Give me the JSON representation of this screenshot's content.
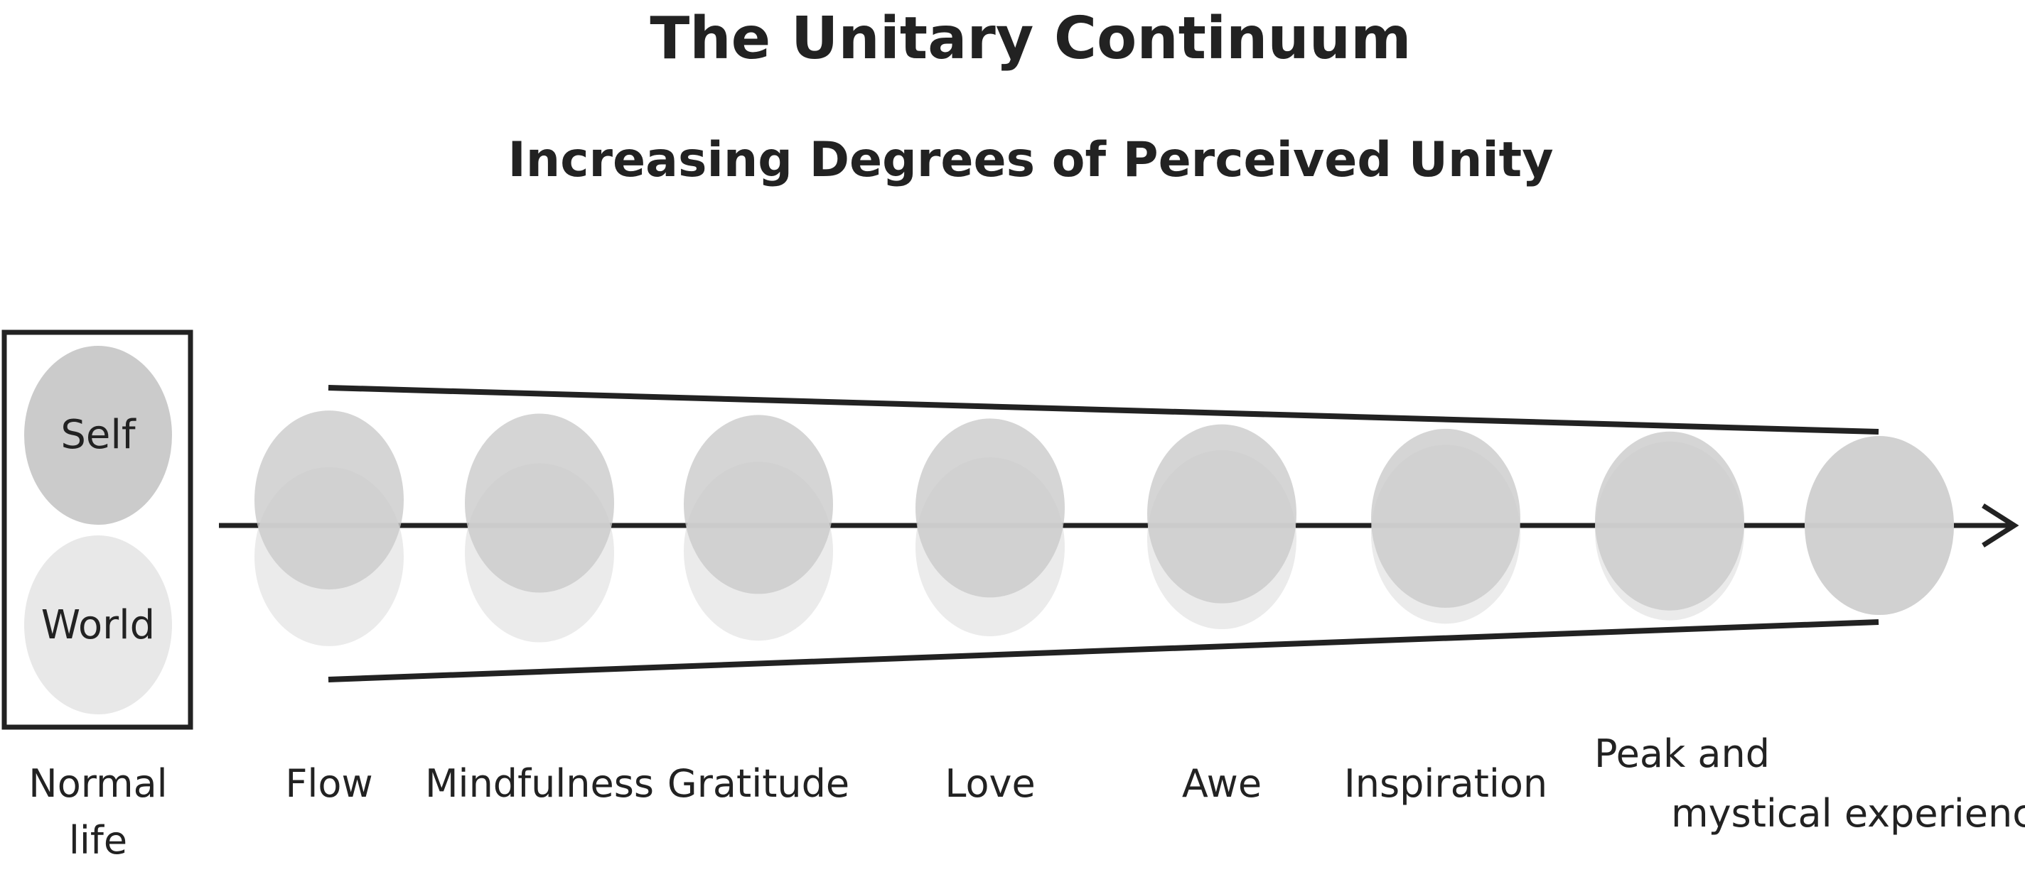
{
  "title": "The Unitary Continuum",
  "subtitle": "Increasing Degrees of Perceived Unity",
  "legend": {
    "self_label": "Self",
    "world_label": "World",
    "self_color": "#c8c8c8",
    "world_color": "#e6e6e6"
  },
  "stages": [
    {
      "label_lines": [
        "Normal",
        "life"
      ],
      "overlap": 0.0
    },
    {
      "label_lines": [
        "Flow"
      ],
      "overlap": 0.43
    },
    {
      "label_lines": [
        "Mindfulness"
      ],
      "overlap": 0.5
    },
    {
      "label_lines": [
        "Gratitude"
      ],
      "overlap": 0.53
    },
    {
      "label_lines": [
        "Love"
      ],
      "overlap": 0.61
    },
    {
      "label_lines": [
        "Awe"
      ],
      "overlap": 0.74
    },
    {
      "label_lines": [
        "Inspiration"
      ],
      "overlap": 0.84
    },
    {
      "label_lines": [
        "Peak and",
        "mystical experiences"
      ],
      "overlap": 0.9
    },
    {
      "label_lines": [],
      "overlap": 1.0
    }
  ],
  "colors": {
    "ink": "#222222",
    "self_fill": "#cbcbcb",
    "world_fill": "#e8e8e8"
  }
}
